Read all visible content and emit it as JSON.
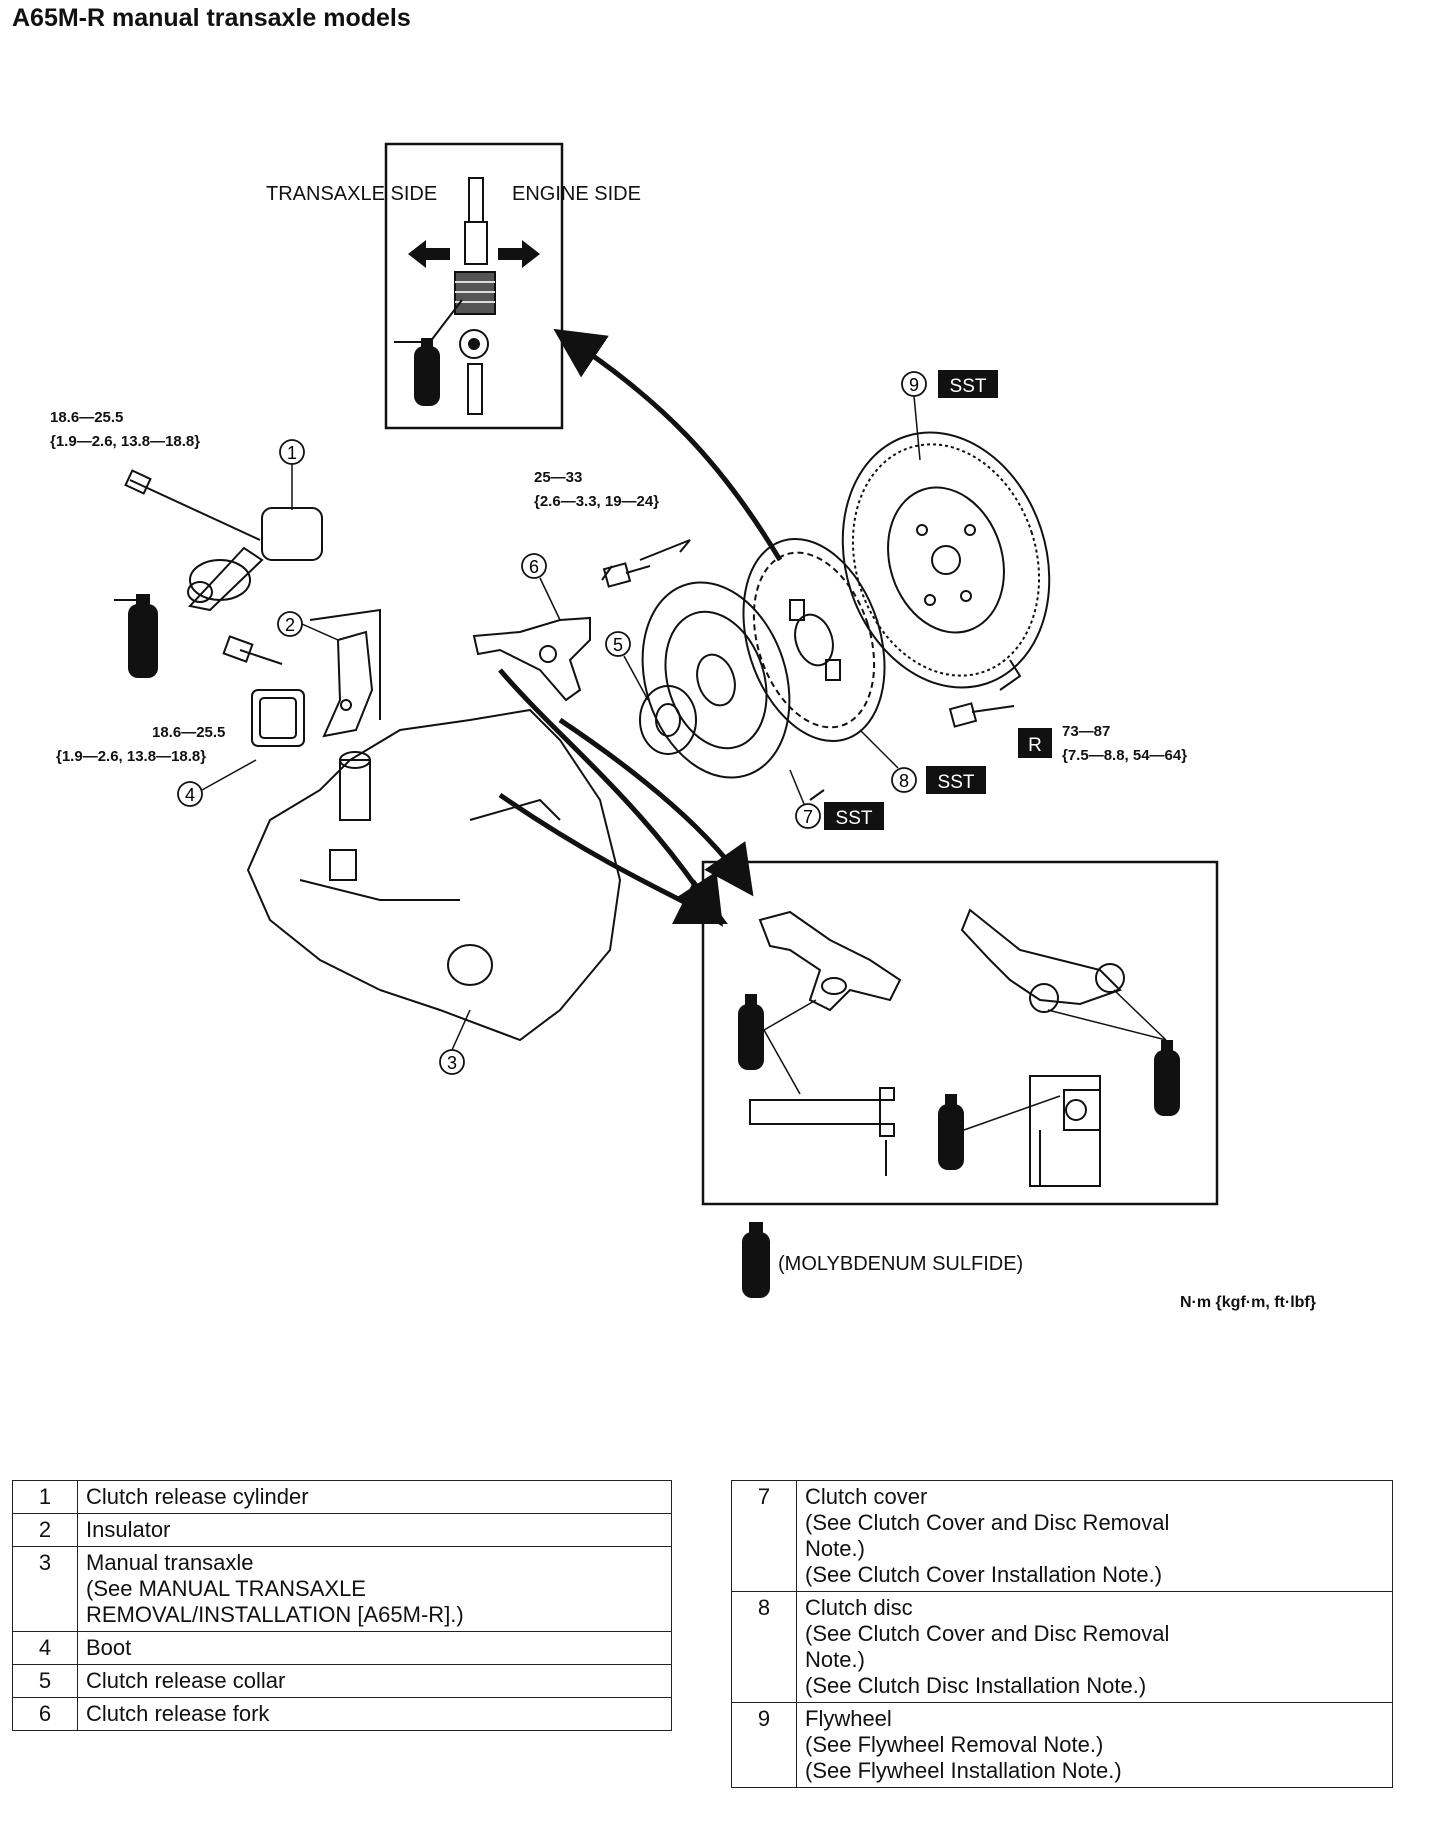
{
  "title": "A65M-R manual transaxle models",
  "inset_top": {
    "transaxle_side": "TRANSAXLE SIDE",
    "engine_side": "ENGINE SIDE"
  },
  "torques": {
    "cylinder_bolt": {
      "line1": "18.6—25.5",
      "line2": "{1.9—2.6, 13.8—18.8}"
    },
    "insulator_bolt": {
      "line1": "18.6—25.5",
      "line2": "{1.9—2.6, 13.8—18.8}"
    },
    "cover_bolt": {
      "line1": "25—33",
      "line2": "{2.6—3.3, 19—24}"
    },
    "flywheel_bolt": {
      "line1": "73—87",
      "line2": "{7.5—8.8, 54—64}"
    }
  },
  "callouts": [
    "1",
    "2",
    "3",
    "4",
    "5",
    "6",
    "7",
    "8",
    "9"
  ],
  "tags": {
    "sst": "SST",
    "replace": "R",
    "grease": "GREASE"
  },
  "grease_note": "(MOLYBDENUM SULFIDE)",
  "unit_note": "N·m {kgf·m,  ft·lbf}",
  "parts_left": [
    {
      "num": "1",
      "lines": [
        "Clutch release cylinder"
      ]
    },
    {
      "num": "2",
      "lines": [
        "Insulator"
      ]
    },
    {
      "num": "3",
      "lines": [
        "Manual transaxle",
        " (See MANUAL TRANSAXLE",
        "REMOVAL/INSTALLATION [A65M-R].)"
      ]
    },
    {
      "num": "4",
      "lines": [
        "Boot"
      ]
    },
    {
      "num": "5",
      "lines": [
        "Clutch release collar"
      ]
    },
    {
      "num": "6",
      "lines": [
        "Clutch release fork"
      ]
    }
  ],
  "parts_right": [
    {
      "num": "7",
      "lines": [
        "Clutch cover",
        " (See Clutch Cover and Disc Removal",
        "Note.)",
        " (See Clutch Cover Installation Note.)"
      ]
    },
    {
      "num": "8",
      "lines": [
        "Clutch disc",
        " (See Clutch Cover and Disc Removal",
        "Note.)",
        " (See Clutch Disc Installation Note.)"
      ]
    },
    {
      "num": "9",
      "lines": [
        "Flywheel",
        " (See Flywheel Removal Note.)",
        " (See Flywheel Installation Note.)"
      ]
    }
  ]
}
